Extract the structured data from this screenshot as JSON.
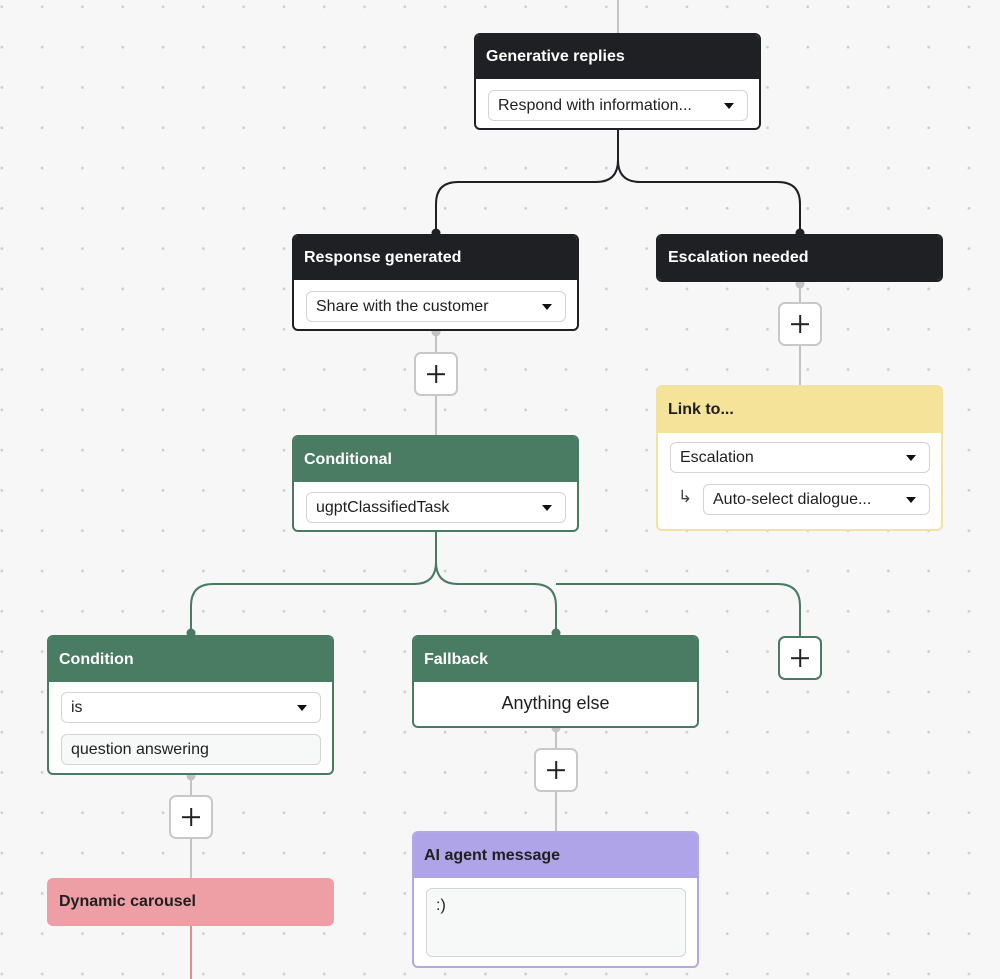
{
  "colors": {
    "dark_node": "#1f2023",
    "green_node": "#4a7b63",
    "link_header": "#f5e39a",
    "link_border": "#f0e2a3",
    "pink_header": "#ee9fa6",
    "purple_header": "#b0a4e8",
    "connector_grey": "#c3c3c3",
    "connector_pink": "#e98a94"
  },
  "generative": {
    "title": "Generative replies",
    "select": "Respond with information..."
  },
  "response": {
    "title": "Response generated",
    "select": "Share with the customer"
  },
  "escalation": {
    "title": "Escalation needed"
  },
  "link": {
    "title": "Link to...",
    "select1": "Escalation",
    "select2": "Auto-select dialogue..."
  },
  "conditional": {
    "title": "Conditional",
    "select": "ugptClassifiedTask"
  },
  "condition": {
    "title": "Condition",
    "operator": "is",
    "value": "question answering"
  },
  "fallback": {
    "title": "Fallback",
    "text": "Anything else"
  },
  "carousel": {
    "title": "Dynamic carousel"
  },
  "ai": {
    "title": "AI agent message",
    "message": ":)"
  },
  "icons": {
    "add": "plus-icon",
    "caret": "caret-down-icon",
    "subarrow": "return-arrow-icon"
  }
}
